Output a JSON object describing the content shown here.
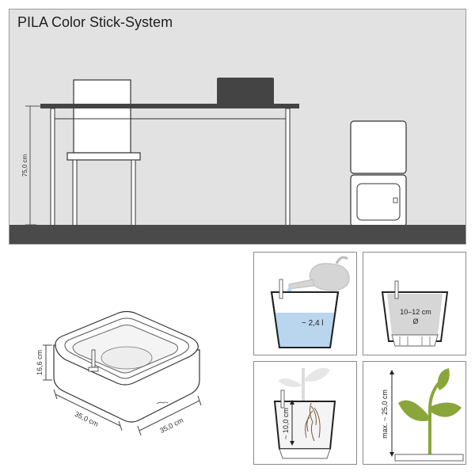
{
  "title": "PILA Color Stick-System",
  "scene": {
    "table_height_label": "75,0 cm"
  },
  "product": {
    "height_label": "16,6 cm",
    "width_label": "35,0 cm",
    "depth_label": "35,0 cm"
  },
  "panels": {
    "water": {
      "volume_label": "~ 2,4 l"
    },
    "inner": {
      "diameter_label": "10–12 cm",
      "diameter_symbol": "Ø"
    },
    "roots": {
      "depth_label": "~ 10,0 cm"
    },
    "plant": {
      "height_label": "max. ~ 25,0 cm"
    }
  },
  "colors": {
    "wall": "#e2e2e2",
    "floor": "#4a4a4a",
    "water": "#b9d6ee",
    "leaf": "#8aa63a",
    "laptop": "#444444"
  }
}
